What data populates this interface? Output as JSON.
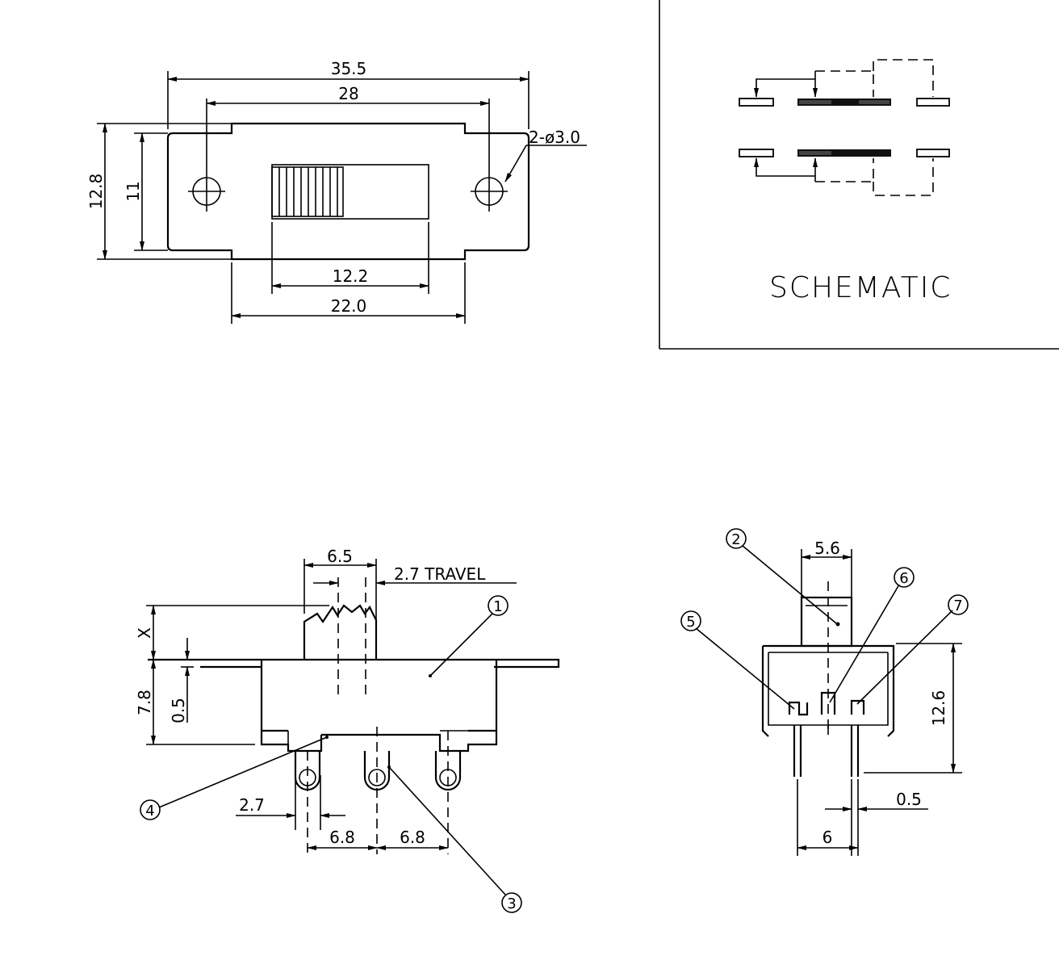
{
  "top_view": {
    "dim_overall_length": "35.5",
    "dim_hole_spacing": "28",
    "dim_overall_height": "12.8",
    "dim_body_height": "11",
    "dim_hole_note": "2-ø3.0",
    "dim_slot_length": "12.2",
    "dim_body_width": "22.0"
  },
  "schematic": {
    "title": "SCHEMATIC",
    "contact_color": "#333333",
    "pad_color": "#ffffff"
  },
  "side_view": {
    "dim_knob_width": "6.5",
    "dim_travel": "2.7 TRAVEL",
    "dim_knob_height": "X",
    "dim_body_height": "7.8",
    "dim_plate_thickness": "0.5",
    "dim_terminal_width": "2.7",
    "dim_pitch_1": "6.8",
    "dim_pitch_2": "6.8",
    "callouts": [
      "1",
      "3",
      "4"
    ]
  },
  "end_view": {
    "dim_actuator_width": "5.6",
    "dim_height": "12.6",
    "dim_pin_thickness": "0.5",
    "dim_pin_spacing": "6",
    "callouts": [
      "2",
      "5",
      "6",
      "7"
    ]
  }
}
